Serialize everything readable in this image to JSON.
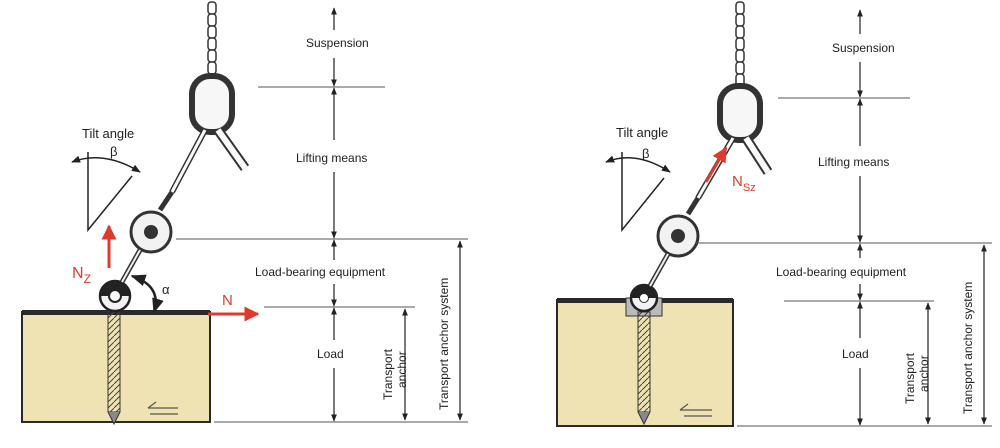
{
  "colors": {
    "wood": "#efe3b4",
    "wood_edge": "#2a2a2a",
    "force_red": "#e03a2f",
    "line": "#333333",
    "steel": "#f2f2f2"
  },
  "left_diagram": {
    "tilt_label": "Tilt angle",
    "beta": "β",
    "alpha": "α",
    "nz_label": "N",
    "nz_sub": "Z",
    "n_label": "N",
    "suspension": "Suspension",
    "lifting_means": "Lifting means",
    "load_bearing": "Load-bearing equipment",
    "load": "Load",
    "transport_anchor_1": "Transport",
    "transport_anchor_2": "anchor",
    "transport_anchor_system": "Transport anchor system"
  },
  "right_diagram": {
    "tilt_label": "Tilt angle",
    "beta": "β",
    "nsz_label": "N",
    "nsz_sub": "Sz",
    "suspension": "Suspension",
    "lifting_means": "Lifting means",
    "load_bearing": "Load-bearing equipment",
    "load": "Load",
    "transport_anchor_1": "Transport",
    "transport_anchor_2": "anchor",
    "transport_anchor_system": "Transport anchor system"
  }
}
